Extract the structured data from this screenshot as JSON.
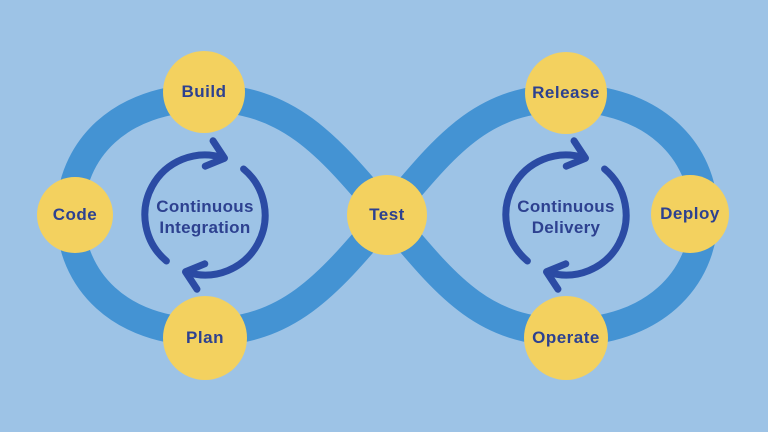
{
  "diagram": {
    "type": "devops-infinity-loop",
    "nodes": [
      {
        "id": "code",
        "label": "Code"
      },
      {
        "id": "build",
        "label": "Build"
      },
      {
        "id": "plan",
        "label": "Plan"
      },
      {
        "id": "test",
        "label": "Test"
      },
      {
        "id": "release",
        "label": "Release"
      },
      {
        "id": "deploy",
        "label": "Deploy"
      },
      {
        "id": "operate",
        "label": "Operate"
      }
    ],
    "cycles": [
      {
        "id": "ci",
        "line1": "Continuous",
        "line2": "Integration",
        "icon": "clockwise-cycle-arrows"
      },
      {
        "id": "cd",
        "line1": "Continuous",
        "line2": "Delivery",
        "icon": "clockwise-cycle-arrows"
      }
    ]
  },
  "colors": {
    "background": "#9DC3E6",
    "ribbon": "#4493D3",
    "node_fill": "#F3D15F",
    "text": "#2D4190",
    "arrow": "#2B4BA4"
  }
}
